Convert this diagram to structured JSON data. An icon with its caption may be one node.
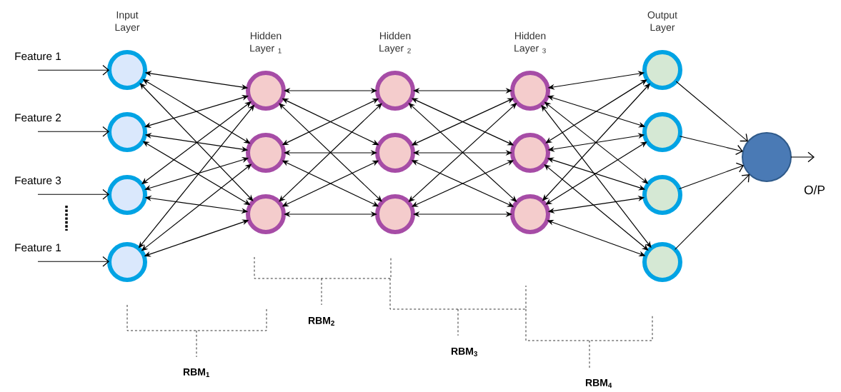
{
  "diagram": {
    "nodes": [
      {
        "text": [
          "Feature 1"
        ]
      },
      {
        "text": [
          "Feature 2"
        ]
      },
      {
        "text": [
          "Feature 3"
        ]
      },
      {
        "text": [
          "Feature 1"
        ]
      },
      {
        "text": [],
        "shape": "circle"
      },
      {
        "text": [],
        "shape": "circle"
      },
      {
        "text": [],
        "shape": "circle"
      },
      {
        "text": [],
        "shape": "circle"
      },
      {
        "text": [],
        "shape": "circle"
      },
      {
        "text": [],
        "shape": "circle"
      },
      {
        "text": [],
        "shape": "circle"
      },
      {
        "text": [],
        "shape": "circle"
      },
      {
        "text": [],
        "shape": "circle"
      },
      {
        "text": [],
        "shape": "circle"
      },
      {
        "text": [],
        "shape": "circle"
      },
      {
        "text": [],
        "shape": "circle"
      },
      {
        "text": [],
        "shape": "circle"
      },
      {
        "text": [],
        "shape": "circle"
      },
      {
        "text": [],
        "shape": "circle"
      },
      {
        "text": [],
        "shape": "circle"
      },
      {
        "text": [],
        "shape": "circle"
      },
      {
        "text": [],
        "shape": "circle"
      },
      {
        "text": [
          "O/P"
        ]
      }
    ],
    "edges": [
      {
        "from": 0,
        "to": 4,
        "arrow": "to"
      },
      {
        "from": 1,
        "to": 5,
        "arrow": "to"
      },
      {
        "from": 2,
        "to": 6,
        "arrow": "to"
      },
      {
        "from": 3,
        "to": 7,
        "arrow": "to"
      },
      {
        "from": 4,
        "to": 8,
        "arrow": "both"
      },
      {
        "from": 4,
        "to": 9,
        "arrow": "both"
      },
      {
        "from": 4,
        "to": 10,
        "arrow": "both"
      },
      {
        "from": 5,
        "to": 8,
        "arrow": "both"
      },
      {
        "from": 5,
        "to": 9,
        "arrow": "both"
      },
      {
        "from": 5,
        "to": 10,
        "arrow": "both"
      },
      {
        "from": 6,
        "to": 8,
        "arrow": "both"
      },
      {
        "from": 6,
        "to": 9,
        "arrow": "both"
      },
      {
        "from": 6,
        "to": 10,
        "arrow": "both"
      },
      {
        "from": 7,
        "to": 8,
        "arrow": "both"
      },
      {
        "from": 7,
        "to": 9,
        "arrow": "both"
      },
      {
        "from": 7,
        "to": 10,
        "arrow": "both"
      },
      {
        "from": 8,
        "to": 11,
        "arrow": "both"
      },
      {
        "from": 8,
        "to": 12,
        "arrow": "both"
      },
      {
        "from": 8,
        "to": 13,
        "arrow": "both"
      },
      {
        "from": 9,
        "to": 11,
        "arrow": "both"
      },
      {
        "from": 9,
        "to": 12,
        "arrow": "both"
      },
      {
        "from": 9,
        "to": 13,
        "arrow": "both"
      },
      {
        "from": 10,
        "to": 11,
        "arrow": "both"
      },
      {
        "from": 10,
        "to": 12,
        "arrow": "both"
      },
      {
        "from": 10,
        "to": 13,
        "arrow": "both"
      },
      {
        "from": 11,
        "to": 14,
        "arrow": "both"
      },
      {
        "from": 11,
        "to": 15,
        "arrow": "both"
      },
      {
        "from": 11,
        "to": 16,
        "arrow": "both"
      },
      {
        "from": 12,
        "to": 14,
        "arrow": "both"
      },
      {
        "from": 12,
        "to": 15,
        "arrow": "both"
      },
      {
        "from": 12,
        "to": 16,
        "arrow": "both"
      },
      {
        "from": 13,
        "to": 14,
        "arrow": "both"
      },
      {
        "from": 13,
        "to": 15,
        "arrow": "both"
      },
      {
        "from": 13,
        "to": 16,
        "arrow": "both"
      },
      {
        "from": 14,
        "to": 17,
        "arrow": "both"
      },
      {
        "from": 14,
        "to": 18,
        "arrow": "both"
      },
      {
        "from": 14,
        "to": 19,
        "arrow": "both"
      },
      {
        "from": 14,
        "to": 20,
        "arrow": "both"
      },
      {
        "from": 15,
        "to": 17,
        "arrow": "both"
      },
      {
        "from": 15,
        "to": 18,
        "arrow": "both"
      },
      {
        "from": 15,
        "to": 19,
        "arrow": "both"
      },
      {
        "from": 15,
        "to": 20,
        "arrow": "both"
      },
      {
        "from": 16,
        "to": 17,
        "arrow": "both"
      },
      {
        "from": 16,
        "to": 18,
        "arrow": "both"
      },
      {
        "from": 16,
        "to": 19,
        "arrow": "both"
      },
      {
        "from": 16,
        "to": 20,
        "arrow": "both"
      },
      {
        "from": 17,
        "to": 21,
        "arrow": "to"
      },
      {
        "from": 18,
        "to": 21,
        "arrow": "to"
      },
      {
        "from": 19,
        "to": 21,
        "arrow": "to"
      },
      {
        "from": 20,
        "to": 21,
        "arrow": "to"
      },
      {
        "from": 21,
        "to": 22,
        "arrow": "to"
      }
    ],
    "labels": [
      "Input Layer",
      "Hidden Layer $_{1}$",
      "Hidden Layer $_{2}$",
      "Hidden Layer $_{3}$",
      "Output Layer",
      "RBM$_{1}$",
      "RBM$_{2}$",
      "RBM$_{3}$",
      "RBM$_{4}$"
    ]
  }
}
